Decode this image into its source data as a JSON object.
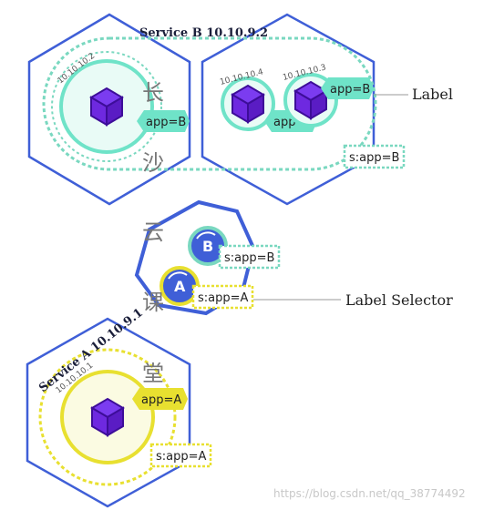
{
  "service_b": {
    "title": "Service B 10.10.9.2",
    "selector": "s:app=B",
    "pods": [
      {
        "ip": "10.10.10.2",
        "label": "app=B"
      },
      {
        "ip": "10.10.10.4",
        "label": "app=B"
      },
      {
        "ip": "10.10.10.3",
        "label": "app=B"
      }
    ]
  },
  "service_a": {
    "title": "Service A  10.10.9.1",
    "selector": "s:app=A",
    "pod": {
      "ip": "10.10.10.1",
      "label": "app=A"
    }
  },
  "middle_node": {
    "selectors": [
      {
        "letter": "B",
        "text": "s:app=B"
      },
      {
        "letter": "A",
        "text": "s:app=A"
      }
    ]
  },
  "callouts": {
    "label": "Label",
    "label_selector": "Label Selector"
  },
  "overlay_chars": [
    "长",
    "沙",
    "云",
    "课",
    "堂"
  ],
  "watermark": "https://blog.csdn.net/qq_38774492",
  "colors": {
    "node_border": "#3f5fd7",
    "teal": "#6fe3c8",
    "teal_dash": "#7ad8c0",
    "yellow": "#e8e030",
    "cube": "#6e29e0",
    "cube_dark": "#3d0d99"
  }
}
